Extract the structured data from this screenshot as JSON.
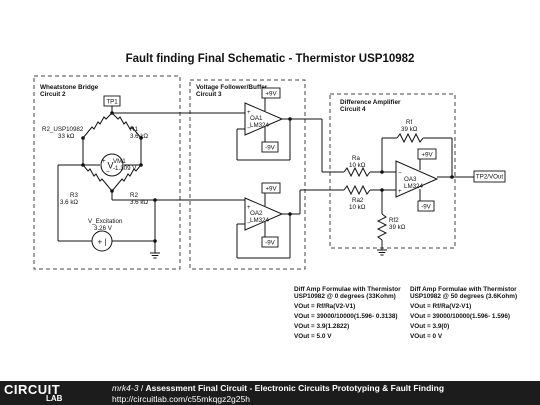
{
  "schematic": {
    "title": "Fault finding Final Schematic - Thermistor USP10982",
    "blocks": {
      "wheatstone": {
        "name": "Wheatstone Bridge",
        "sub": "Circuit 2"
      },
      "follower": {
        "name": "Voltage Follower/Buffer",
        "sub": "Circuit 3"
      },
      "diff": {
        "name": "Difference Amplifier",
        "sub": "Circuit 4"
      }
    },
    "components": {
      "tp1": "TP1",
      "r2": {
        "name": "R2_USP10982",
        "value": "33 kΩ"
      },
      "r1": {
        "name": "R1",
        "value": "3.6 kΩ"
      },
      "r3": {
        "name": "R3",
        "value": "3.6 kΩ"
      },
      "r4": {
        "name": "R2",
        "value": "3.6 kΩ"
      },
      "vm1": {
        "name": "VM1",
        "value": "-1.309 V"
      },
      "vexc": {
        "name": "V_Excitation",
        "value": "3.26 V"
      },
      "oa1": {
        "name": "OA1",
        "part": "LM324"
      },
      "oa2": {
        "name": "OA2",
        "part": "LM324"
      },
      "oa3": {
        "name": "OA3",
        "part": "LM324"
      },
      "ra": {
        "name": "Ra",
        "value": "10 kΩ"
      },
      "ra2": {
        "name": "Ra2",
        "value": "10 kΩ"
      },
      "rf": {
        "name": "Rf",
        "value": "39 kΩ"
      },
      "rf2": {
        "name": "Rf2",
        "value": "39 kΩ"
      },
      "pos_rail": "+9V",
      "neg_rail": "-9V",
      "tp2": "TP2/VOut"
    },
    "formula_left": {
      "heading1": "Diff Amp Formulae with Thermistor",
      "heading2": "USP10982 @ 0 degrees (33Kohm)",
      "lines": [
        "VOut = Rf/Ra(V2-V1)",
        "VOut = 39000/10000(1.596- 0.3138)",
        "VOut = 3.9(1.2822)",
        "VOut = 5.0 V"
      ]
    },
    "formula_right": {
      "heading1": "Diff Amp Formulae with Thermistor",
      "heading2": "USP10982 @ 50 degrees (3.6Kohm)",
      "lines": [
        "VOut = Rf/Ra(V2-V1)",
        "VOut = 39000/10000(1.596- 1.596)",
        "VOut = 3.9(0)",
        "VOut = 0 V"
      ]
    }
  },
  "footer": {
    "logo_top": "CIRCUIT",
    "logo_bottom": "LAB",
    "user": "mrk4-3",
    "separator": " / ",
    "title": "Assessment Final Circuit - Electronic Circuits Prototyping & Fault Finding",
    "url": "http://circuitlab.com/c55mkqgz2g25h"
  }
}
